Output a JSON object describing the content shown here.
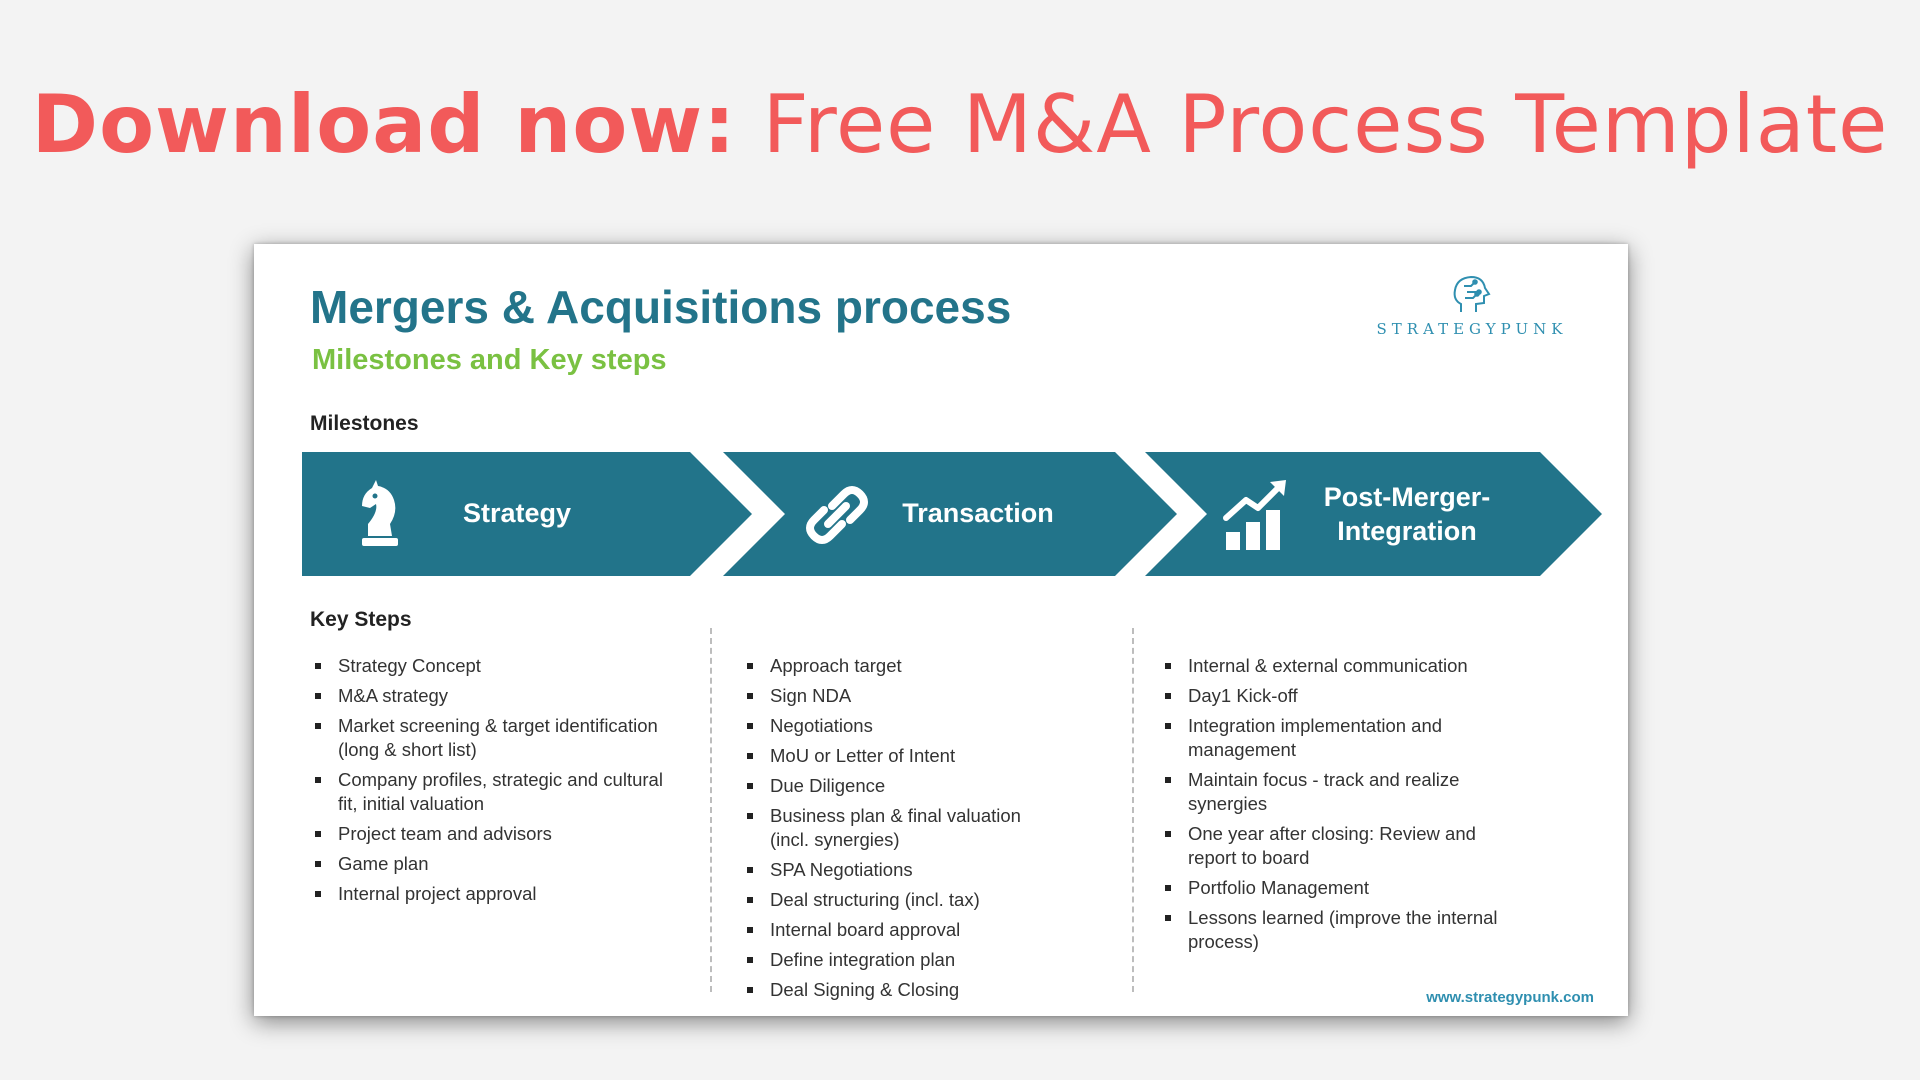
{
  "banner": {
    "lead": "Download now:",
    "rest": "Free M&A Process Template"
  },
  "slide": {
    "title": "Mergers & Acquisitions process",
    "subtitle": "Milestones and Key steps",
    "logo_text": "STRATEGYPUNK",
    "milestones_label": "Milestones",
    "key_steps_label": "Key Steps",
    "url": "www.strategypunk.com",
    "colors": {
      "arrow": "#22748a",
      "title": "#23748a",
      "subtitle": "#7ac142",
      "banner": "#f25a5a"
    },
    "milestones": [
      {
        "label": "Strategy",
        "icon": "chess-knight-icon"
      },
      {
        "label": "Transaction",
        "icon": "chain-link-icon"
      },
      {
        "label_line1": "Post-Merger-",
        "label_line2": "Integration",
        "icon": "growth-chart-icon"
      }
    ],
    "steps": {
      "strategy": [
        "Strategy Concept",
        "M&A strategy",
        "Market screening & target identification (long & short list)",
        "Company profiles, strategic and cultural fit, initial valuation",
        "Project team and advisors",
        "Game plan",
        "Internal project approval"
      ],
      "transaction": [
        "Approach target",
        "Sign NDA",
        "Negotiations",
        "MoU or Letter of Intent",
        "Due Diligence",
        "Business plan & final valuation (incl. synergies)",
        "SPA Negotiations",
        "Deal structuring (incl. tax)",
        "Internal board approval",
        "Define integration plan",
        "Deal Signing & Closing"
      ],
      "integration": [
        "Internal & external communication",
        "Day1 Kick-off",
        "Integration implementation and management",
        "Maintain focus - track and realize synergies",
        "One year after closing: Review and report to board",
        "Portfolio Management",
        "Lessons learned (improve the internal process)"
      ]
    }
  }
}
